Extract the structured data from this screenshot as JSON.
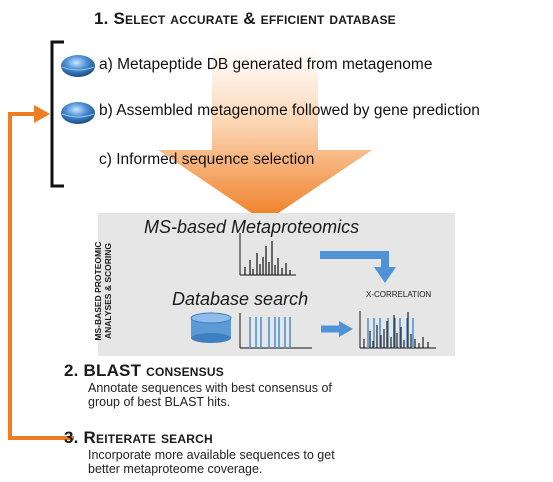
{
  "step1": {
    "number": "1.",
    "title_words": [
      "Select",
      "accurate",
      "&",
      "efficient",
      "database"
    ],
    "title": "Select accurate & efficient database",
    "options": [
      {
        "label": "a) Metapeptide DB generated from metagenome",
        "has_icon": true
      },
      {
        "label": "b) Assembled metagenome followed by gene prediction",
        "has_icon": true
      },
      {
        "label": "c) Informed sequence selection",
        "has_icon": false
      }
    ]
  },
  "panel": {
    "side_label_line1": "MS-BASED PROTEOMIC",
    "side_label_line2": "ANALYSES & SCORING",
    "title_top": "MS-based Metaproteomics",
    "title_bottom": "Database search",
    "xcorr_label": "X-CORRELATION"
  },
  "step2": {
    "number": "2.",
    "title_main": "BLAST",
    "title_rest": "consensus",
    "description": "Annotate sequences with best consensus of group of best BLAST hits."
  },
  "step3": {
    "number": "3.",
    "title": "Reiterate search",
    "description": "Incorporate more available sequences to get better metaproteome coverage."
  },
  "colors": {
    "orange": "#ef7d22",
    "blue_arrow": "#4f93d6",
    "panel_bg": "#e6e6e6",
    "db_blue": "#5b9bd5"
  }
}
